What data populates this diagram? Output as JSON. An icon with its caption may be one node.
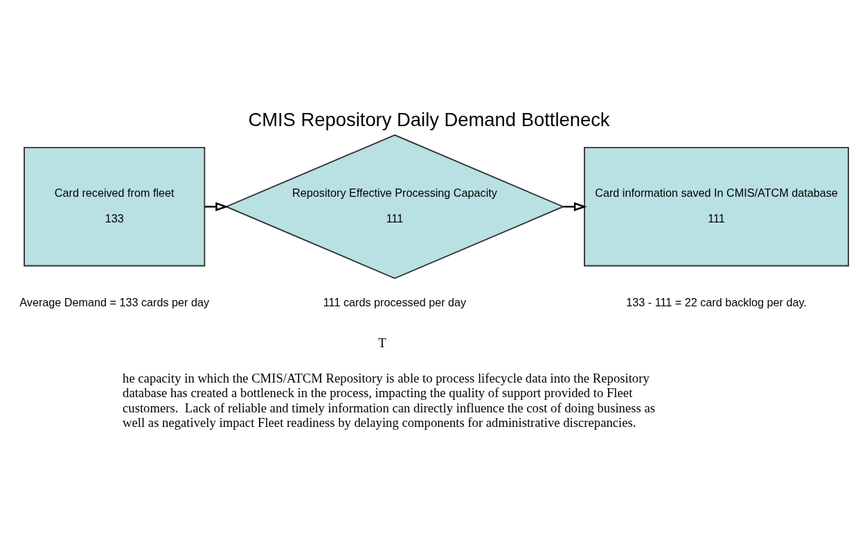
{
  "diagram": {
    "title": "CMIS Repository Daily Demand Bottleneck",
    "nodes": [
      {
        "text": [
          "Card received from fleet",
          "133"
        ],
        "beside": [
          "Average Demand = 133 cards per day"
        ]
      },
      {
        "text": [
          "Repository Effective Processing Capacity",
          "111"
        ],
        "beside": [
          "111 cards processed per day"
        ]
      },
      {
        "text": [
          "Card information saved In CMIS/ATCM database",
          "111"
        ],
        "beside": [
          "133 - 111 = 22 card backlog per day."
        ]
      }
    ],
    "edges": [
      {
        "from": 0,
        "to": 1,
        "arrow": "to"
      },
      {
        "from": 1,
        "to": 2,
        "arrow": "to"
      }
    ],
    "labels": [
      "T",
      "he capacity in which the CMIS/ATCM Repository is able to process lifecycle data into the Repository database has created a bottleneck in the process, impacting the quality of support provided to Fleet customers.  Lack of reliable and timely information can directly influence the cost of doing business as well as negatively impact Fleet readiness by delaying components for administrative discrepancies."
    ]
  }
}
